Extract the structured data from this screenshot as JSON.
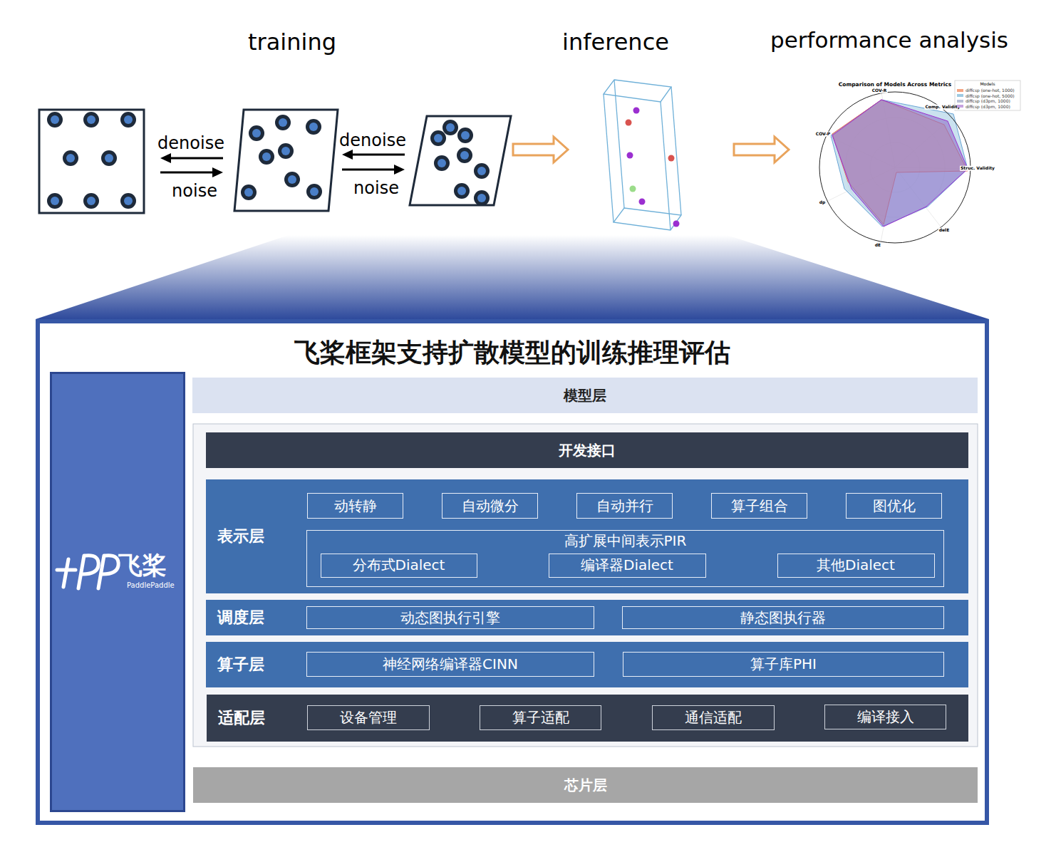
{
  "diagram": {
    "nodes": [
      {
        "text": [
          "飞桨框架支持扩散模型的训练推理评估"
        ]
      },
      {
        "text": [
          "飞桨",
          "PaddlePaddle"
        ],
        "in": 0
      },
      {
        "text": [
          "模型层"
        ],
        "in": 0
      },
      {
        "text": [
          "开发接口"
        ],
        "in": 0
      },
      {
        "text": [
          "表示层"
        ],
        "in": 0
      },
      {
        "text": [
          "动转静"
        ],
        "in": 4
      },
      {
        "text": [
          "自动微分"
        ],
        "in": 4
      },
      {
        "text": [
          "自动并行"
        ],
        "in": 4
      },
      {
        "text": [
          "算子组合"
        ],
        "in": 4
      },
      {
        "text": [
          "图优化"
        ],
        "in": 4
      },
      {
        "text": [
          "高扩展中间表示PIR"
        ],
        "in": 4
      },
      {
        "text": [
          "分布式Dialect"
        ],
        "in": 10
      },
      {
        "text": [
          "编译器Dialect"
        ],
        "in": 10
      },
      {
        "text": [
          "其他Dialect"
        ],
        "in": 10
      },
      {
        "text": [
          "调度层"
        ],
        "in": 0
      },
      {
        "text": [
          "动态图执行引擎"
        ],
        "in": 14
      },
      {
        "text": [
          "静态图执行器"
        ],
        "in": 14
      },
      {
        "text": [
          "算子层"
        ],
        "in": 0
      },
      {
        "text": [
          "神经网络编译器CINN"
        ],
        "in": 17
      },
      {
        "text": [
          "算子库PHI"
        ],
        "in": 17
      },
      {
        "text": [
          "适配层"
        ],
        "in": 0
      },
      {
        "text": [
          "设备管理"
        ],
        "in": 20
      },
      {
        "text": [
          "算子适配"
        ],
        "in": 20
      },
      {
        "text": [
          "通信适配"
        ],
        "in": 20
      },
      {
        "text": [
          "编译接入"
        ],
        "in": 20
      },
      {
        "text": [
          "芯片层"
        ],
        "in": 0
      }
    ],
    "labels": [
      "training",
      "denoise",
      "noise",
      "denoise",
      "noise",
      "inference",
      "performance analysis",
      "Comparison of Models Across Metrics",
      "Models",
      "COV-R",
      "Comp. Validity",
      "Struc. Validity",
      "delE",
      "dE",
      "dp",
      "COV-P"
    ],
    "legend": [
      {
        "text": "diffcsp (one-hot, 1000)",
        "color": "#f4a582"
      },
      {
        "text": "diffcsp (one-hot, 5000)",
        "color": "#9ecae1"
      },
      {
        "text": "diffcsp (d3pm, 1000)",
        "color": "#b9bfd6"
      },
      {
        "text": "diffcsp (d3pm, 1000)",
        "color": "#c7a3e0"
      }
    ]
  }
}
